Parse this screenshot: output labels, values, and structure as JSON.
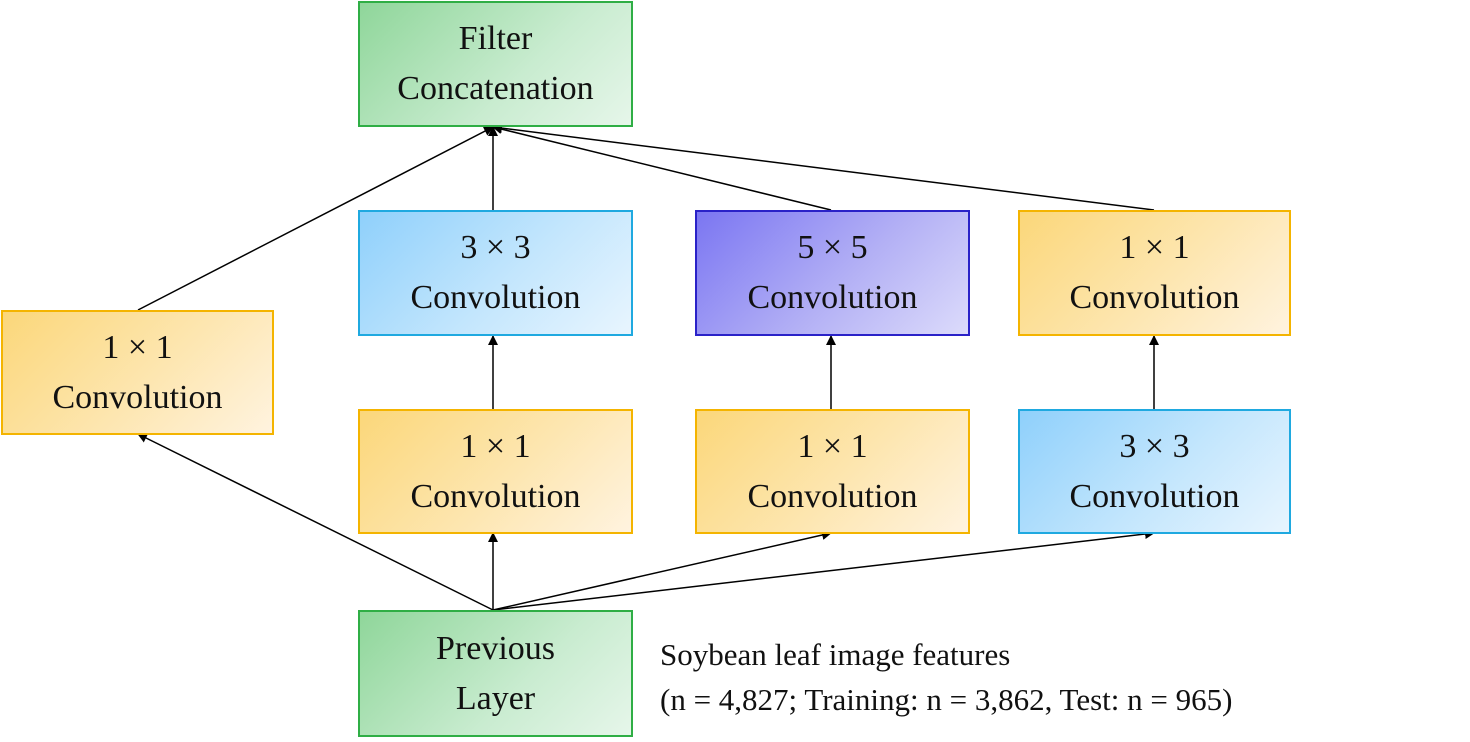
{
  "nodes": {
    "filter_concat": {
      "line1": "Filter",
      "line2": "Concatenation"
    },
    "conv1x1_left": {
      "line1": "1 × 1",
      "line2": "Convolution"
    },
    "conv3x3_top": {
      "line1": "3 × 3",
      "line2": "Convolution"
    },
    "conv5x5_top": {
      "line1": "5 × 5",
      "line2": "Convolution"
    },
    "conv1x1_top_right": {
      "line1": "1 × 1",
      "line2": "Convolution"
    },
    "conv1x1_mid_a": {
      "line1": "1 × 1",
      "line2": "Convolution"
    },
    "conv1x1_mid_b": {
      "line1": "1 × 1",
      "line2": "Convolution"
    },
    "conv3x3_bottom_right": {
      "line1": "3 × 3",
      "line2": "Convolution"
    },
    "previous_layer": {
      "line1": "Previous",
      "line2": "Layer"
    }
  },
  "note": {
    "line1": "Soybean leaf image features",
    "line2": "(n = 4,827; Training: n = 3,862, Test: n = 965)"
  },
  "colors": {
    "green_border": "#2fae45",
    "yellow_border": "#f4b400",
    "blue_border": "#1fa9e0",
    "purple_border": "#2a22c8",
    "arrow": "#000000"
  }
}
